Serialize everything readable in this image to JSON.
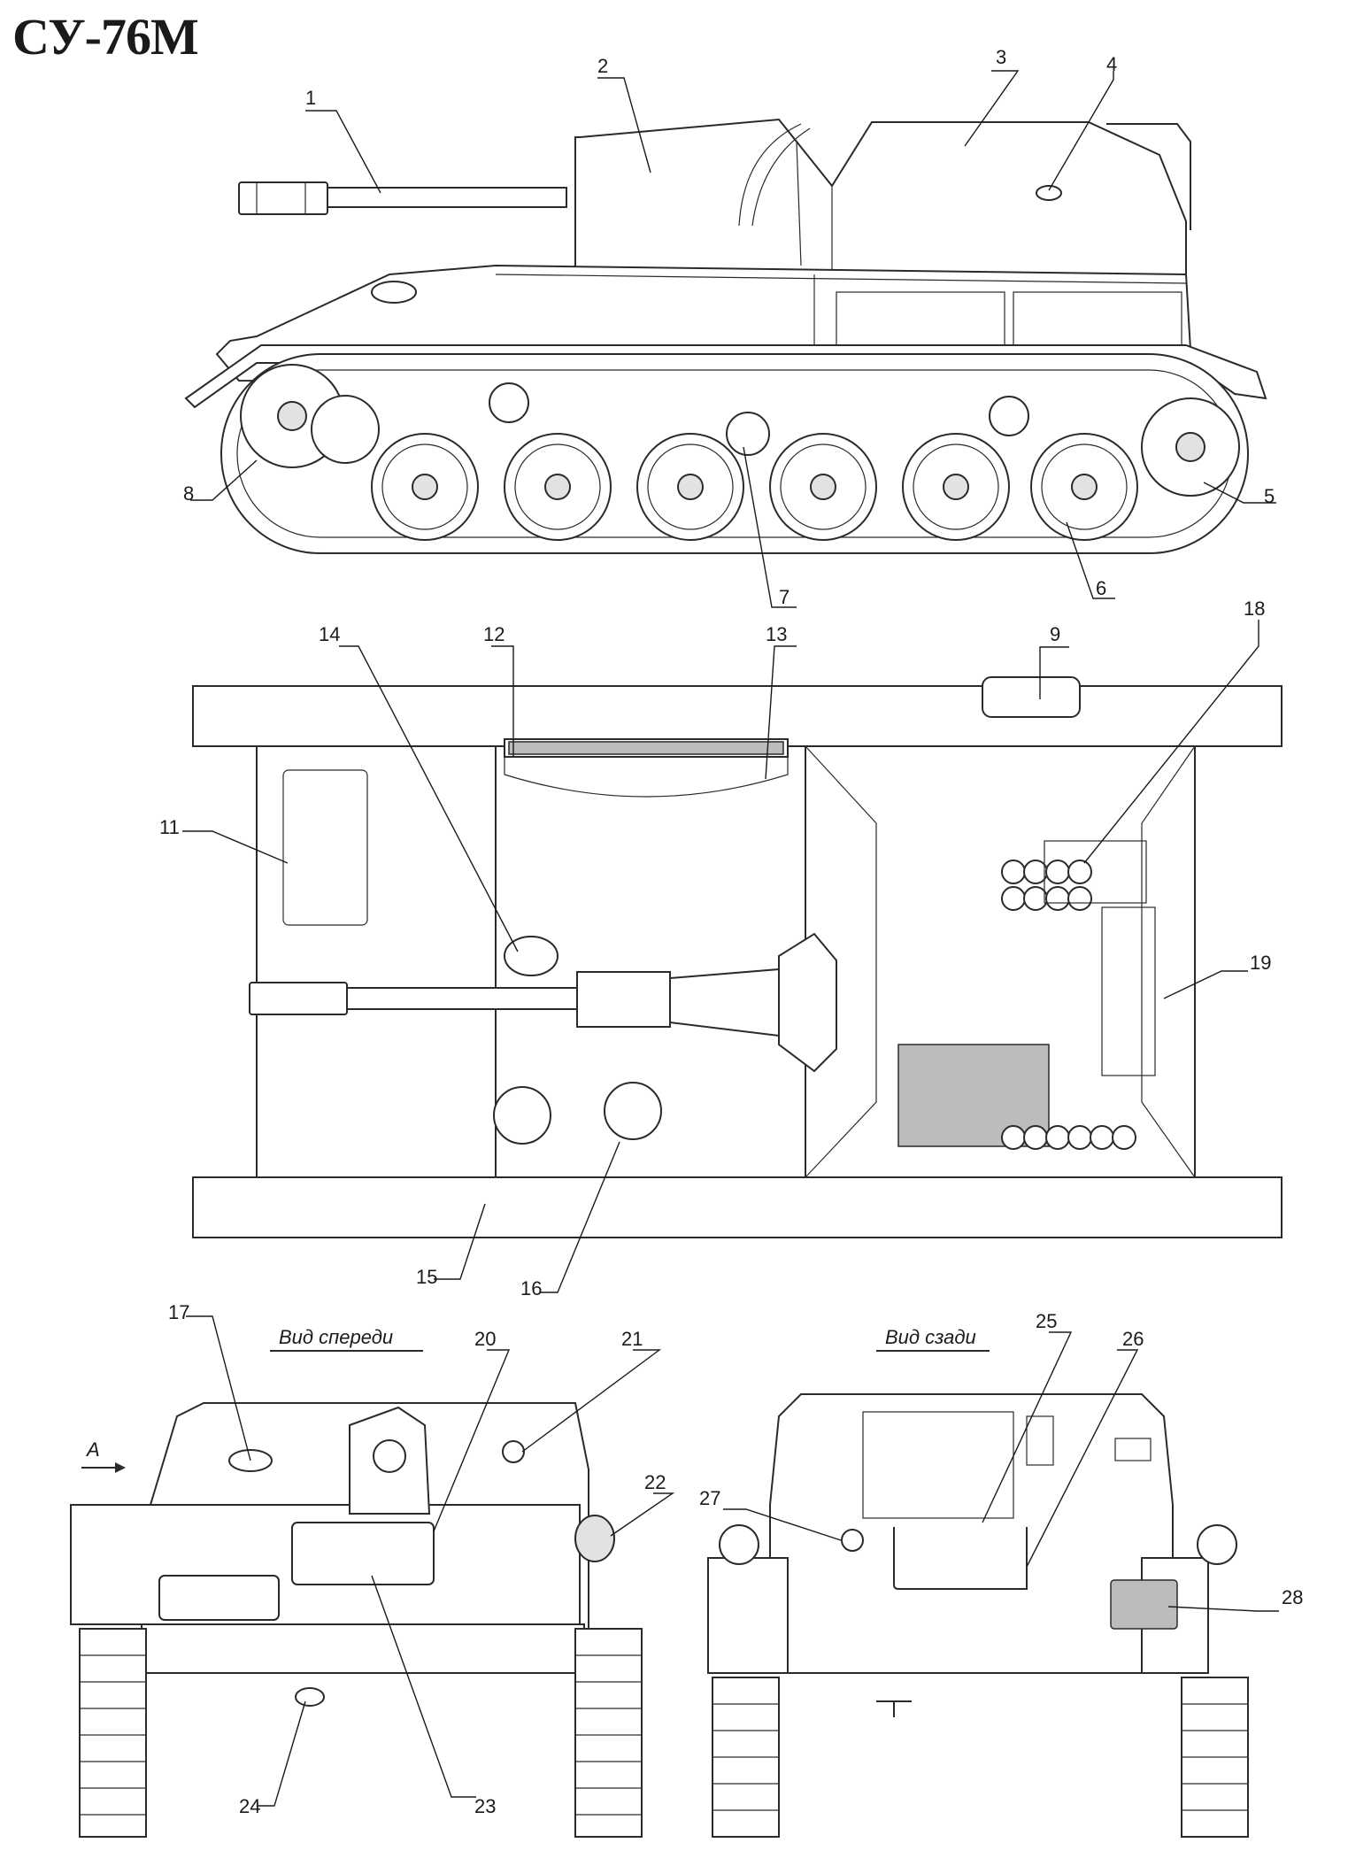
{
  "title": "СУ-76М",
  "views": {
    "front": "Вид спереди",
    "rear": "Вид сзади",
    "arrow": "A"
  },
  "callouts": [
    "1",
    "2",
    "3",
    "4",
    "5",
    "6",
    "7",
    "8",
    "9",
    "11",
    "12",
    "13",
    "14",
    "15",
    "16",
    "17",
    "18",
    "19",
    "20",
    "21",
    "22",
    "23",
    "24",
    "25",
    "26",
    "27",
    "28"
  ]
}
